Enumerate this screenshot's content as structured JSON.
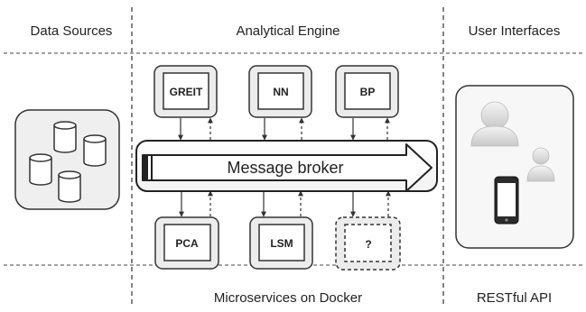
{
  "columns": {
    "data_sources": "Data Sources",
    "analytical_engine": "Analytical Engine",
    "user_interfaces": "User Interfaces"
  },
  "footer": {
    "microservices": "Microservices on Docker",
    "api": "RESTful API"
  },
  "services_top": [
    {
      "label": "GREIT"
    },
    {
      "label": "NN"
    },
    {
      "label": "BP"
    }
  ],
  "services_bottom": [
    {
      "label": "PCA"
    },
    {
      "label": "LSM"
    },
    {
      "label": "?"
    }
  ],
  "broker": {
    "label": "Message broker"
  },
  "icons": {
    "databases": "database-cylinder-icon",
    "users": "user-silhouette-icon",
    "mobile": "smartphone-icon"
  }
}
